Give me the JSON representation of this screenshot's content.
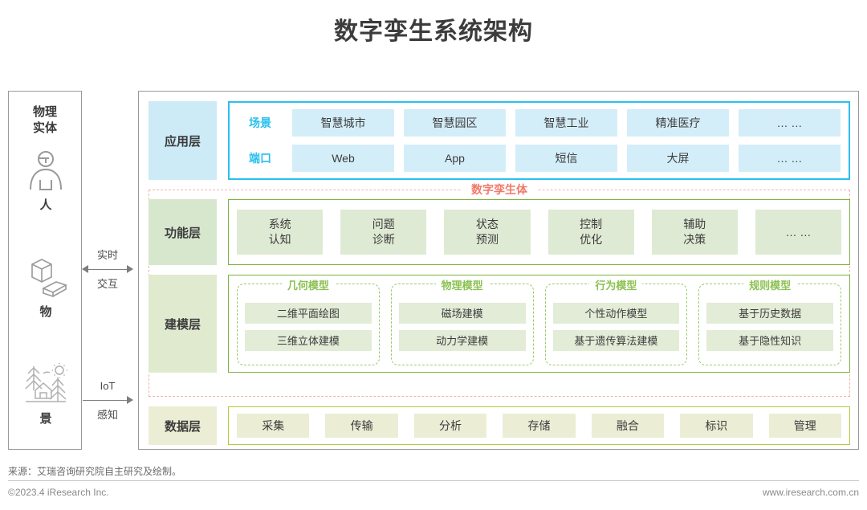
{
  "title": "数字孪生系统架构",
  "sidebar": {
    "title_line1": "物理",
    "title_line2": "实体",
    "entities": [
      {
        "icon": "person-icon",
        "label": "人"
      },
      {
        "icon": "object-icon",
        "label": "物"
      },
      {
        "icon": "landscape-icon",
        "label": "景"
      }
    ]
  },
  "connectors": [
    {
      "icon": "double-arrow-icon",
      "top_label": "实时",
      "bottom_label": "交互"
    },
    {
      "icon": "right-arrow-icon",
      "top_label": "IoT",
      "bottom_label": "感知"
    }
  ],
  "twin": {
    "label": "数字孪生体",
    "color": "#f2796a"
  },
  "layers": {
    "application": {
      "label": "应用层",
      "accent": "#29c0ef",
      "rows": [
        {
          "row_label": "场景",
          "cells": [
            "智慧城市",
            "智慧园区",
            "智慧工业",
            "精准医疗",
            "… …"
          ]
        },
        {
          "row_label": "端口",
          "cells": [
            "Web",
            "App",
            "短信",
            "大屏",
            "… …"
          ]
        }
      ]
    },
    "function": {
      "label": "功能层",
      "accent": "#7cb342",
      "cells": [
        {
          "line1": "系统",
          "line2": "认知"
        },
        {
          "line1": "问题",
          "line2": "诊断"
        },
        {
          "line1": "状态",
          "line2": "预测"
        },
        {
          "line1": "控制",
          "line2": "优化"
        },
        {
          "line1": "辅助",
          "line2": "决策"
        },
        {
          "line1": "… …",
          "line2": ""
        }
      ]
    },
    "modeling": {
      "label": "建模层",
      "accent": "#7cb342",
      "groups": [
        {
          "title": "几何模型",
          "items": [
            "二维平面绘图",
            "三维立体建模"
          ]
        },
        {
          "title": "物理模型",
          "items": [
            "磁场建模",
            "动力学建模"
          ]
        },
        {
          "title": "行为模型",
          "items": [
            "个性动作模型",
            "基于遗传算法建模"
          ]
        },
        {
          "title": "规则模型",
          "items": [
            "基于历史数据",
            "基于隐性知识"
          ]
        }
      ]
    },
    "data": {
      "label": "数据层",
      "accent": "#b2cb3e",
      "cells": [
        "采集",
        "传输",
        "分析",
        "存储",
        "融合",
        "标识",
        "管理"
      ]
    }
  },
  "footer": {
    "source": "来源：艾瑞咨询研究院自主研究及绘制。",
    "copyright": "©2023.4 iResearch Inc.",
    "website": "www.iresearch.com.cn"
  }
}
